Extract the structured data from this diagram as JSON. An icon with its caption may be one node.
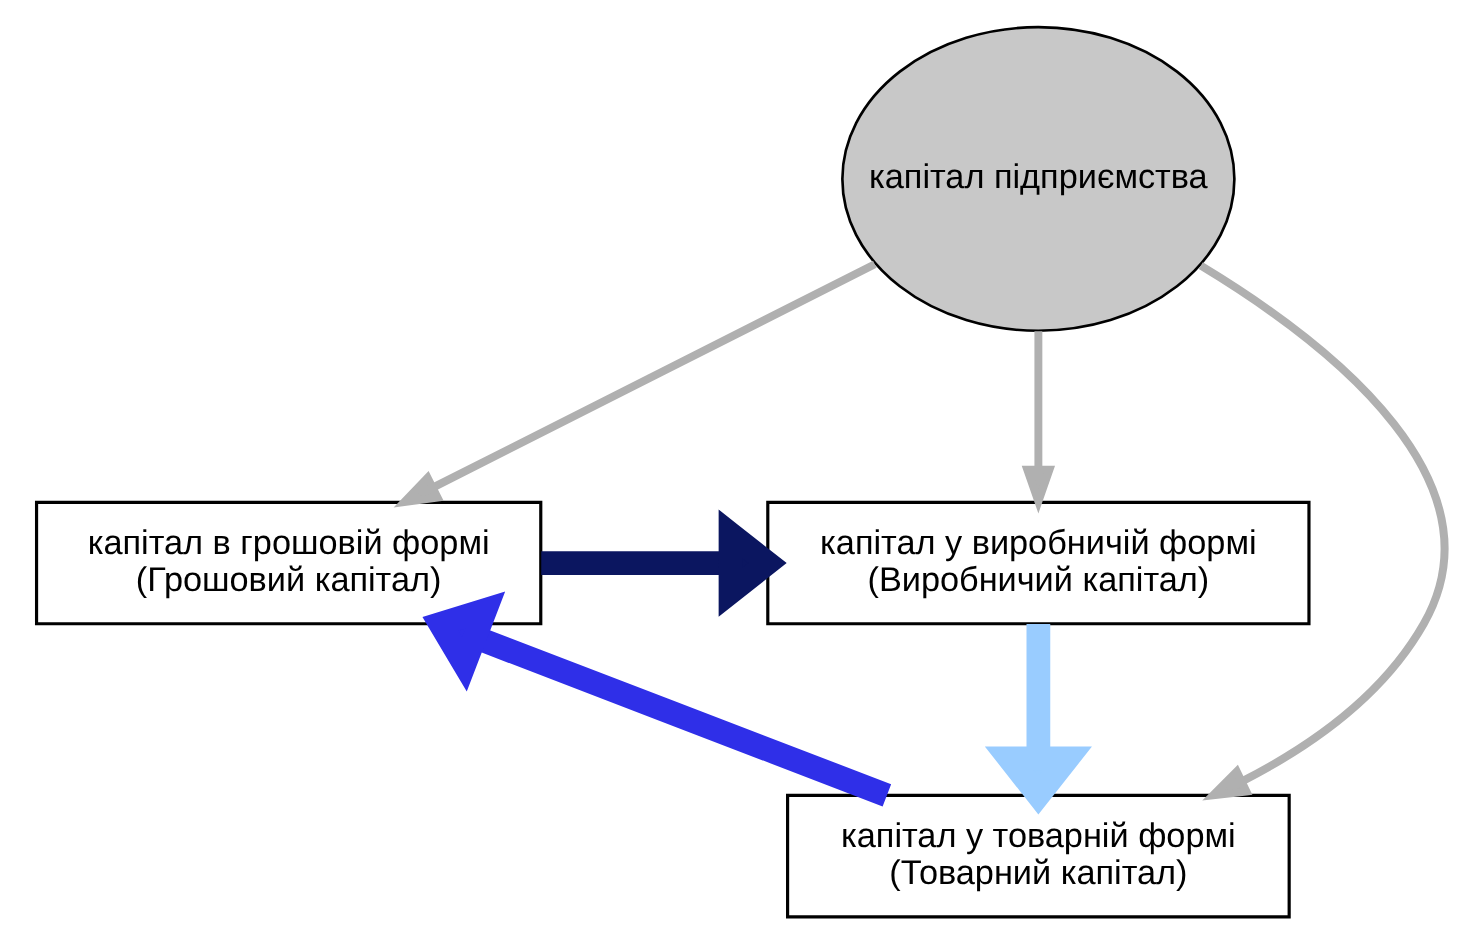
{
  "diagram": {
    "nodes": [
      {
        "text": [
          "капітал підприємства"
        ]
      },
      {
        "text": [
          "капітал в грошовій формі",
          "(Грошовий капітал)"
        ]
      },
      {
        "text": [
          "капітал у виробничій формі",
          "(Виробничий капітал)"
        ]
      },
      {
        "text": [
          "капітал у товарній формі",
          "(Товарний капітал)"
        ]
      }
    ],
    "edges": [
      {
        "from": 1,
        "to": 2,
        "arrow": "to",
        "style": "thick",
        "color": "#0b1660"
      },
      {
        "from": 2,
        "to": 3,
        "arrow": "to",
        "style": "thick",
        "color": "#99ccff"
      },
      {
        "from": 3,
        "to": 1,
        "arrow": "to",
        "style": "thick",
        "color": "#2f2fe8"
      },
      {
        "from": 0,
        "to": 1,
        "arrow": "to"
      },
      {
        "from": 0,
        "to": 2,
        "arrow": "to"
      },
      {
        "from": 0,
        "to": 3,
        "arrow": "to"
      }
    ]
  }
}
